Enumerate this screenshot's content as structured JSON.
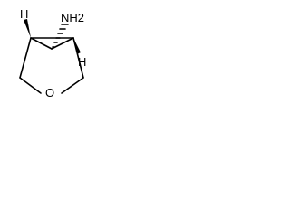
{
  "molecule": {
    "atoms": {
      "amine": "NH2",
      "amine_subscript": "2",
      "hydrogen_left": "H",
      "hydrogen_right": "H",
      "oxygen": "O"
    }
  }
}
